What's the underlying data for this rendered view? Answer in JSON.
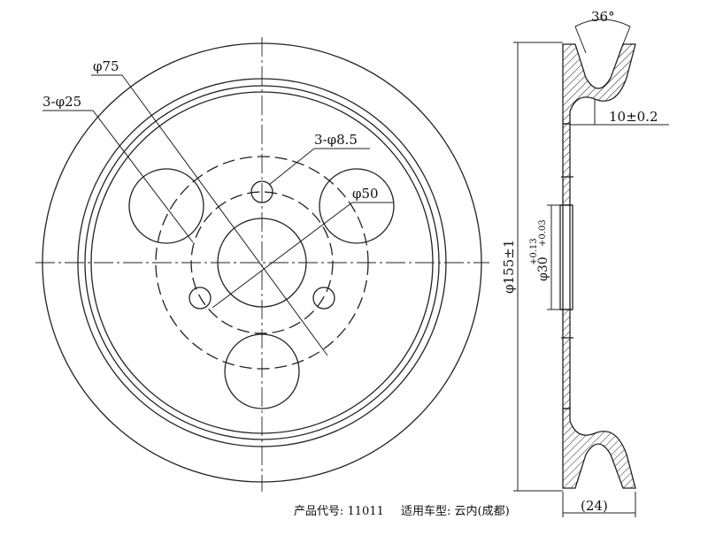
{
  "drawing": {
    "labels": {
      "bolt_holes": "3-φ25",
      "outer_hole_circle": "φ75",
      "small_holes": "3-φ8.5",
      "hole_circle": "φ50",
      "groove_angle": "36°",
      "groove_offset": "10±0.2",
      "outer_diameter": "φ155±1",
      "bore_diameter": "φ30",
      "bore_tolerance_upper": "+0.13",
      "bore_tolerance_lower": "+0.03",
      "width": "(24)"
    },
    "caption": {
      "product_code": "产品代号: 11011",
      "vehicle": "适用车型: 云内(成都)"
    },
    "colors": {
      "line": "#222222",
      "background": "#ffffff"
    }
  }
}
